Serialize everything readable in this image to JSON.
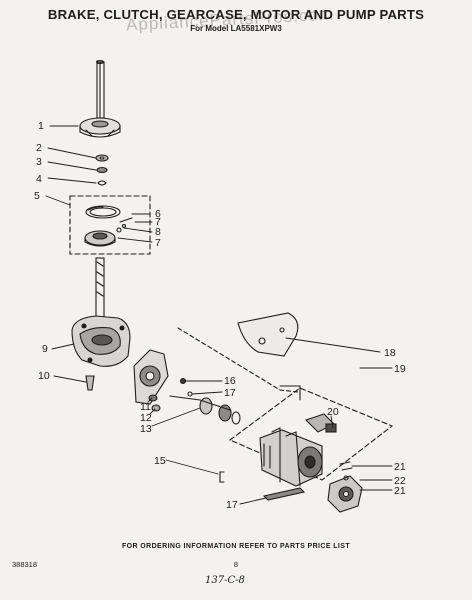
{
  "header": {
    "title": "BRAKE, CLUTCH, GEARCASE, MOTOR AND PUMP PARTS",
    "subtitle": "For Model LA5581XPW3",
    "watermark": "AppliancePartsPros.com"
  },
  "callouts": [
    "1",
    "2",
    "3",
    "4",
    "5",
    "6",
    "7",
    "8",
    "7",
    "9",
    "10",
    "16",
    "17",
    "11",
    "12",
    "13",
    "18",
    "19",
    "20",
    "15",
    "21",
    "22",
    "21",
    "17"
  ],
  "footer": {
    "order_info": "FOR ORDERING INFORMATION REFER TO PARTS PRICE LIST",
    "doc_number": "388318",
    "page_number": "8",
    "handwritten_note": "137-C-8"
  }
}
